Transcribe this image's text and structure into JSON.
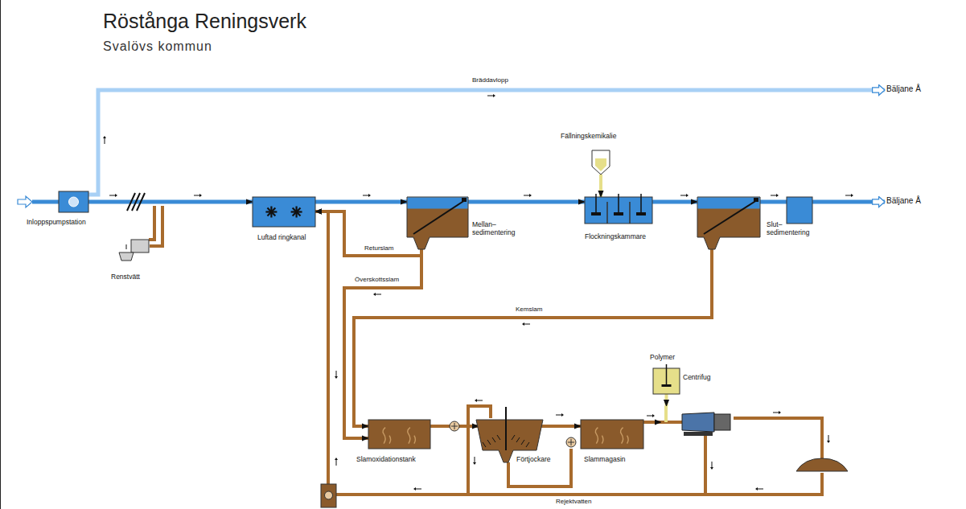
{
  "diagram": {
    "title": "Röstånga Reningsverk",
    "nodes": [
      {
        "text": [
          "Inloppspumpstation"
        ]
      },
      {
        "text": [
          "Renstvätt"
        ]
      },
      {
        "text": [
          "Luftad ringkanal"
        ]
      },
      {
        "text": [
          "Mellan– sedimentering"
        ]
      },
      {
        "text": [
          "Fällningskemikalie"
        ]
      },
      {
        "text": [
          "Flockningskammare"
        ]
      },
      {
        "text": [
          "Slut– sedimentering"
        ]
      },
      {
        "text": [
          "Bäljane Å"
        ]
      },
      {
        "text": [
          "Bäljane Å"
        ]
      },
      {
        "text": [
          "Slamoxidationstank"
        ]
      },
      {
        "text": [
          "Förtjockare"
        ]
      },
      {
        "text": [
          "Slammagasin"
        ]
      },
      {
        "text": [
          "Polymer"
        ]
      },
      {
        "text": [
          "Centrifug"
        ]
      }
    ],
    "edges": [
      {
        "from": 0,
        "to": 2,
        "arrow": "to"
      },
      {
        "from": 0,
        "to": 7,
        "label": "Bräddavlopp",
        "arrow": "to"
      },
      {
        "from": 2,
        "to": 3,
        "arrow": "to"
      },
      {
        "from": 3,
        "to": 5,
        "arrow": "to"
      },
      {
        "from": 4,
        "to": 5,
        "arrow": "to"
      },
      {
        "from": 5,
        "to": 6,
        "arrow": "to"
      },
      {
        "from": 6,
        "to": 8,
        "arrow": "to"
      },
      {
        "from": 3,
        "to": 2,
        "label": "Returslam",
        "arrow": "to"
      },
      {
        "from": 3,
        "to": 9,
        "label": "Överskottsslam",
        "arrow": "to"
      },
      {
        "from": 6,
        "to": 9,
        "label": "Kemslam",
        "arrow": "to"
      },
      {
        "from": 9,
        "to": 10,
        "arrow": "to"
      },
      {
        "from": 10,
        "to": 11,
        "arrow": "to"
      },
      {
        "from": 12,
        "to": 13,
        "arrow": "to"
      },
      {
        "from": 11,
        "to": 13,
        "arrow": "to"
      },
      {
        "from": 13,
        "to": 2,
        "label": "Rejektvatten",
        "arrow": "to"
      },
      {
        "from": 10,
        "to": 2,
        "arrow": "to"
      }
    ],
    "labels": [
      "Svalövs kommun"
    ]
  }
}
